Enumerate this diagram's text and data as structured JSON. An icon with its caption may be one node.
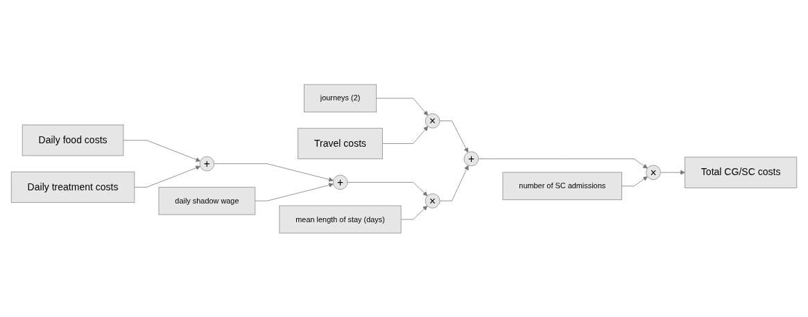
{
  "diagram": {
    "nodes": [
      {
        "text": [
          "journeys (2)"
        ]
      },
      {
        "text": [
          "Travel costs"
        ]
      },
      {
        "text": [
          "×"
        ]
      },
      {
        "text": [
          "mean length of stay (days)"
        ]
      },
      {
        "text": [
          "+"
        ]
      },
      {
        "text": [
          "×"
        ]
      },
      {
        "text": [
          "Total CG/SC costs"
        ]
      },
      {
        "text": [
          "Daily food costs"
        ]
      },
      {
        "text": [
          "+"
        ]
      },
      {
        "text": [
          "+"
        ]
      },
      {
        "text": [
          "×"
        ]
      },
      {
        "text": [
          "number of SC admissions"
        ]
      },
      {
        "text": [
          "Daily treatment costs"
        ]
      },
      {
        "text": [
          "daily shadow wage"
        ]
      }
    ],
    "edges": [
      {
        "from": 0,
        "to": 2,
        "arrow": "to"
      },
      {
        "from": 1,
        "to": 2,
        "arrow": "to"
      },
      {
        "from": 2,
        "to": 4,
        "arrow": "to"
      },
      {
        "from": 7,
        "to": 8,
        "arrow": "to"
      },
      {
        "from": 12,
        "to": 8,
        "arrow": "to"
      },
      {
        "from": 8,
        "to": 9,
        "arrow": "to"
      },
      {
        "from": 13,
        "to": 9,
        "arrow": "to"
      },
      {
        "from": 9,
        "to": 10,
        "arrow": "to"
      },
      {
        "from": 3,
        "to": 10,
        "arrow": "to"
      },
      {
        "from": 10,
        "to": 4,
        "arrow": "to"
      },
      {
        "from": 4,
        "to": 5,
        "arrow": "to"
      },
      {
        "from": 11,
        "to": 5,
        "arrow": "to"
      },
      {
        "from": 5,
        "to": 6,
        "arrow": "to"
      }
    ]
  }
}
